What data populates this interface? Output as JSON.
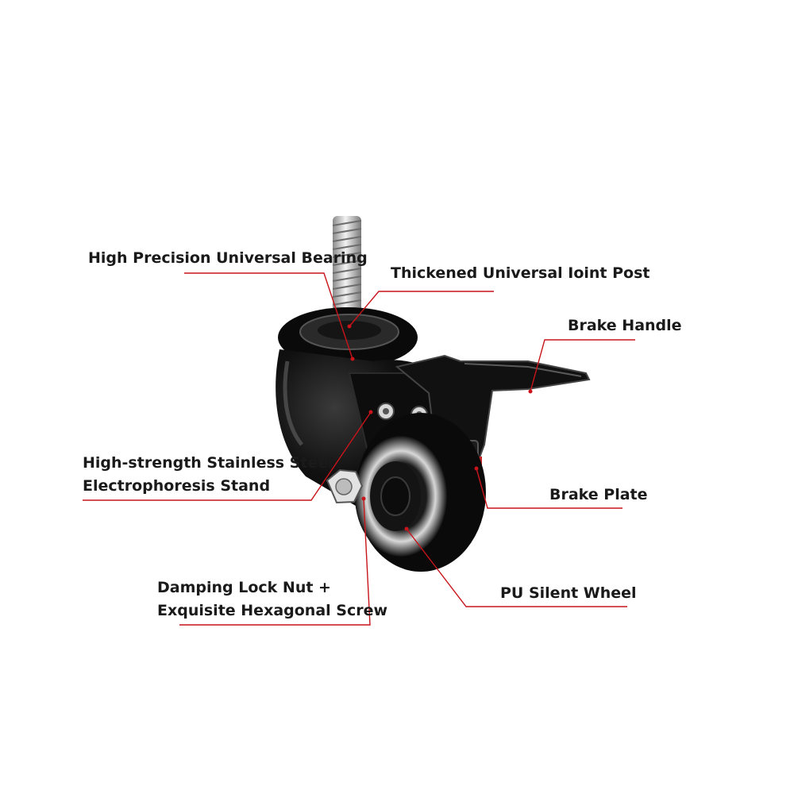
{
  "colors": {
    "leader_line": "#c8141a",
    "caster_body": "#0b0b0b",
    "metal": "#c9c9c9",
    "background": "#ffffff"
  },
  "labels": {
    "bearing": "High Precision Universal Bearing",
    "joint_post": "Thickened Universal Ioint Post",
    "brake_handle": "Brake Handle",
    "stand_line1": "High-strength Stainless Steel",
    "stand_line2": "Electrophoresis Stand",
    "brake_plate": "Brake Plate",
    "lock_nut_line1": "Damping Lock Nut +",
    "lock_nut_line2": "Exquisite Hexagonal Screw",
    "wheel": "PU Silent Wheel"
  }
}
